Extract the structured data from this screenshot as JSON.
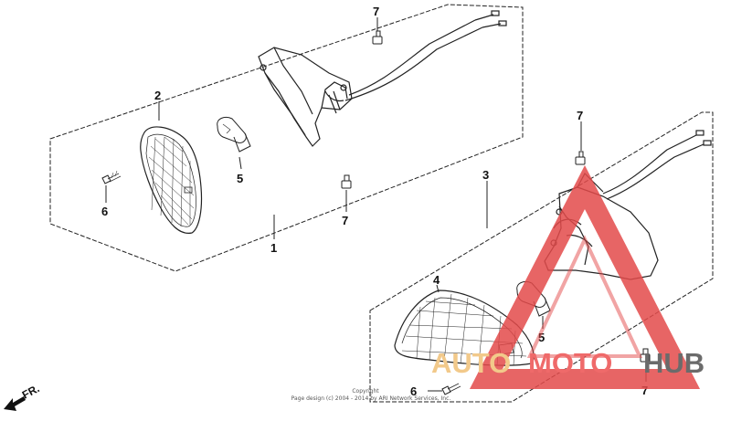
{
  "callouts": {
    "c1": "1",
    "c2": "2",
    "c3": "3",
    "c4": "4",
    "c5_left": "5",
    "c5_right": "5",
    "c6_left": "6",
    "c6_right": "6",
    "c7_top_left": "7",
    "c7_mid_left": "7",
    "c7_top_right": "7",
    "c7_bottom_right": "7"
  },
  "direction_label": "FR.",
  "copyright": {
    "line1": "Copyright",
    "line2": "Page design (c) 2004 - 2014 by ARI Network Services, Inc."
  },
  "watermark": {
    "part1": "AUTO",
    "part2": "MOTO",
    "part3": "HUB"
  },
  "colors": {
    "line": "#222222",
    "watermark_red": "#e34a4a",
    "watermark_orange": "#f2c98a",
    "watermark_gray": "#6b6b6b"
  }
}
